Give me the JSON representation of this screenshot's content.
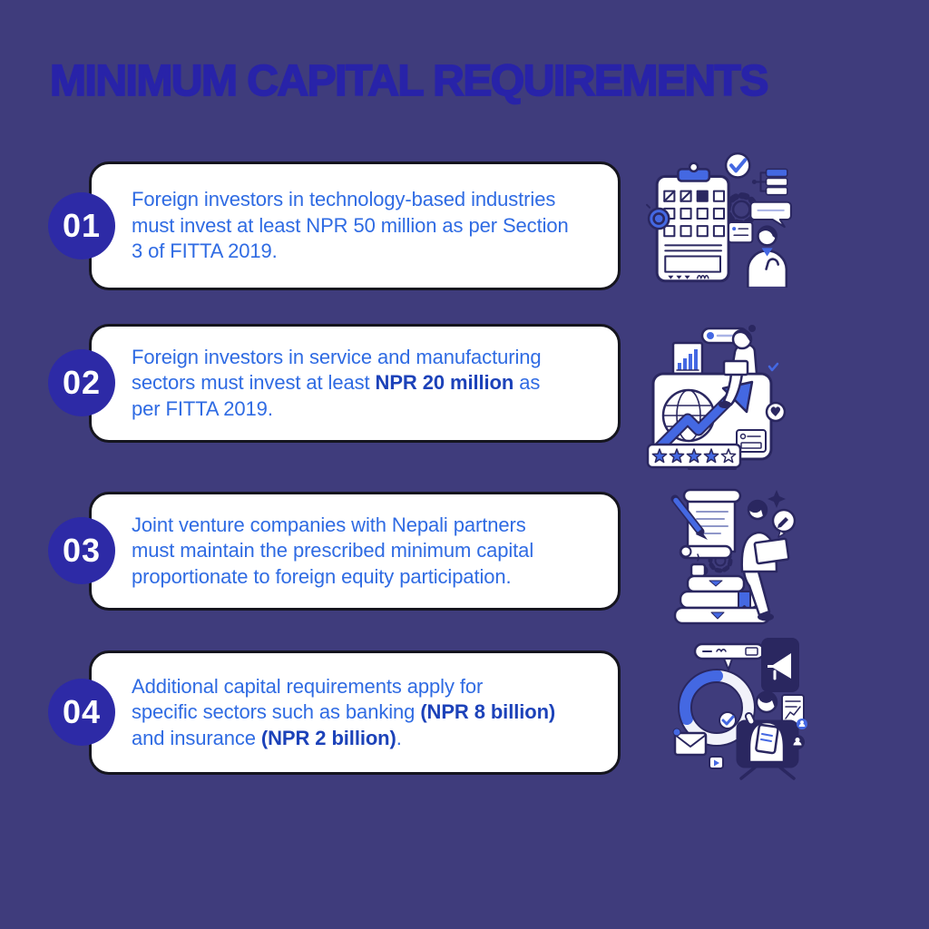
{
  "title": "MINIMUM CAPITAL REQUIREMENTS",
  "colors": {
    "background": "#3F3C7C",
    "title_blue": "#2823A8",
    "badge_blue": "#2D2AA6",
    "card_border": "#15151E",
    "card_background": "#FFFFFF",
    "text_blue": "#2F6BE3",
    "bold_text_blue": "#1C42B9",
    "illustration_accent_blue": "#4468E2",
    "illustration_outline_navy": "#2A2760"
  },
  "cards": [
    {
      "number": "01",
      "icon": "clipboard-checklist-illustration",
      "text_parts": {
        "lead": "Foreign investors in technology-based industries\nmust invest at least NPR 50 million as per Section\n3 of FITTA 2019."
      }
    },
    {
      "number": "02",
      "icon": "growth-monitor-illustration",
      "text_parts": {
        "lead": "Foreign investors in service and manufacturing\nsectors must invest at least ",
        "bold1": "NPR 20 million",
        "tail": " as\nper FITTA 2019."
      }
    },
    {
      "number": "03",
      "icon": "books-study-illustration",
      "text_parts": {
        "lead": "Joint venture companies with Nepali partners\nmust maintain the prescribed minimum capital\nproportionate to foreign equity participation."
      }
    },
    {
      "number": "04",
      "icon": "broadcast-marketing-illustration",
      "text_parts": {
        "lead": "Additional capital requirements apply for\nspecific sectors such as banking ",
        "bold1": "(NPR 8 billion)",
        "mid": "\nand insurance ",
        "bold2": "(NPR 2 billion)",
        "tail": "."
      }
    }
  ]
}
